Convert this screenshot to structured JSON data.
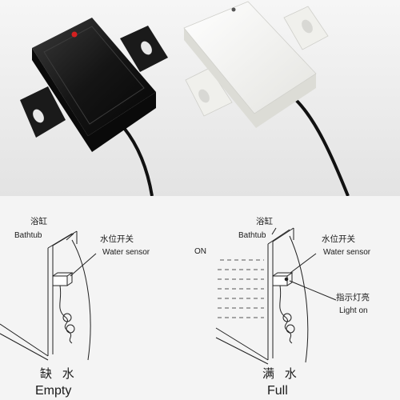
{
  "product_photo": {
    "description_icons": [
      "black-water-sensor",
      "white-water-sensor"
    ],
    "colors": {
      "background": "#ececec",
      "black_body": "#121212",
      "white_body": "#f2f2ef",
      "indicator_red": "#d42020"
    }
  },
  "panels": [
    {
      "tub_cn": "浴缸",
      "tub_en": "Bathtub",
      "sensor_cn": "水位开关",
      "sensor_en": "Water sensor",
      "caption_cn": "缺 水",
      "caption_en": "Empty"
    },
    {
      "on_label": "ON",
      "tub_cn": "浴缸",
      "tub_en": "Bathtub",
      "sensor_cn": "水位开关",
      "sensor_en": "Water sensor",
      "light_cn": "指示灯亮",
      "light_en": "Light  on",
      "caption_cn": "满 水",
      "caption_en": "Full"
    }
  ]
}
